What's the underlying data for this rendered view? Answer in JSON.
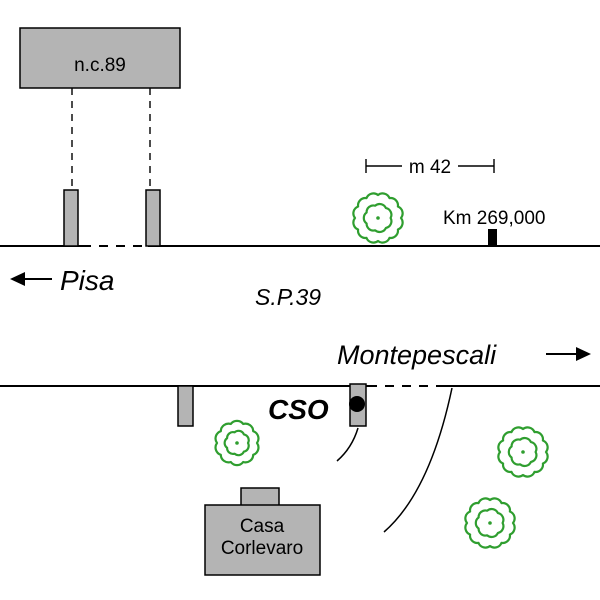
{
  "colors": {
    "tree_green": "#2f9e2f",
    "structure_gray": "#b4b4b4",
    "ink": "#000000"
  },
  "labels": {
    "top_building": "n.c.89",
    "pisa": "Pisa",
    "route": "S.P.39",
    "measure": "m 42",
    "km": "Km 269,000",
    "montepescali": "Montepescali",
    "cso": "CSO",
    "casa_line1": "Casa",
    "casa_line2": "Corlevaro"
  }
}
